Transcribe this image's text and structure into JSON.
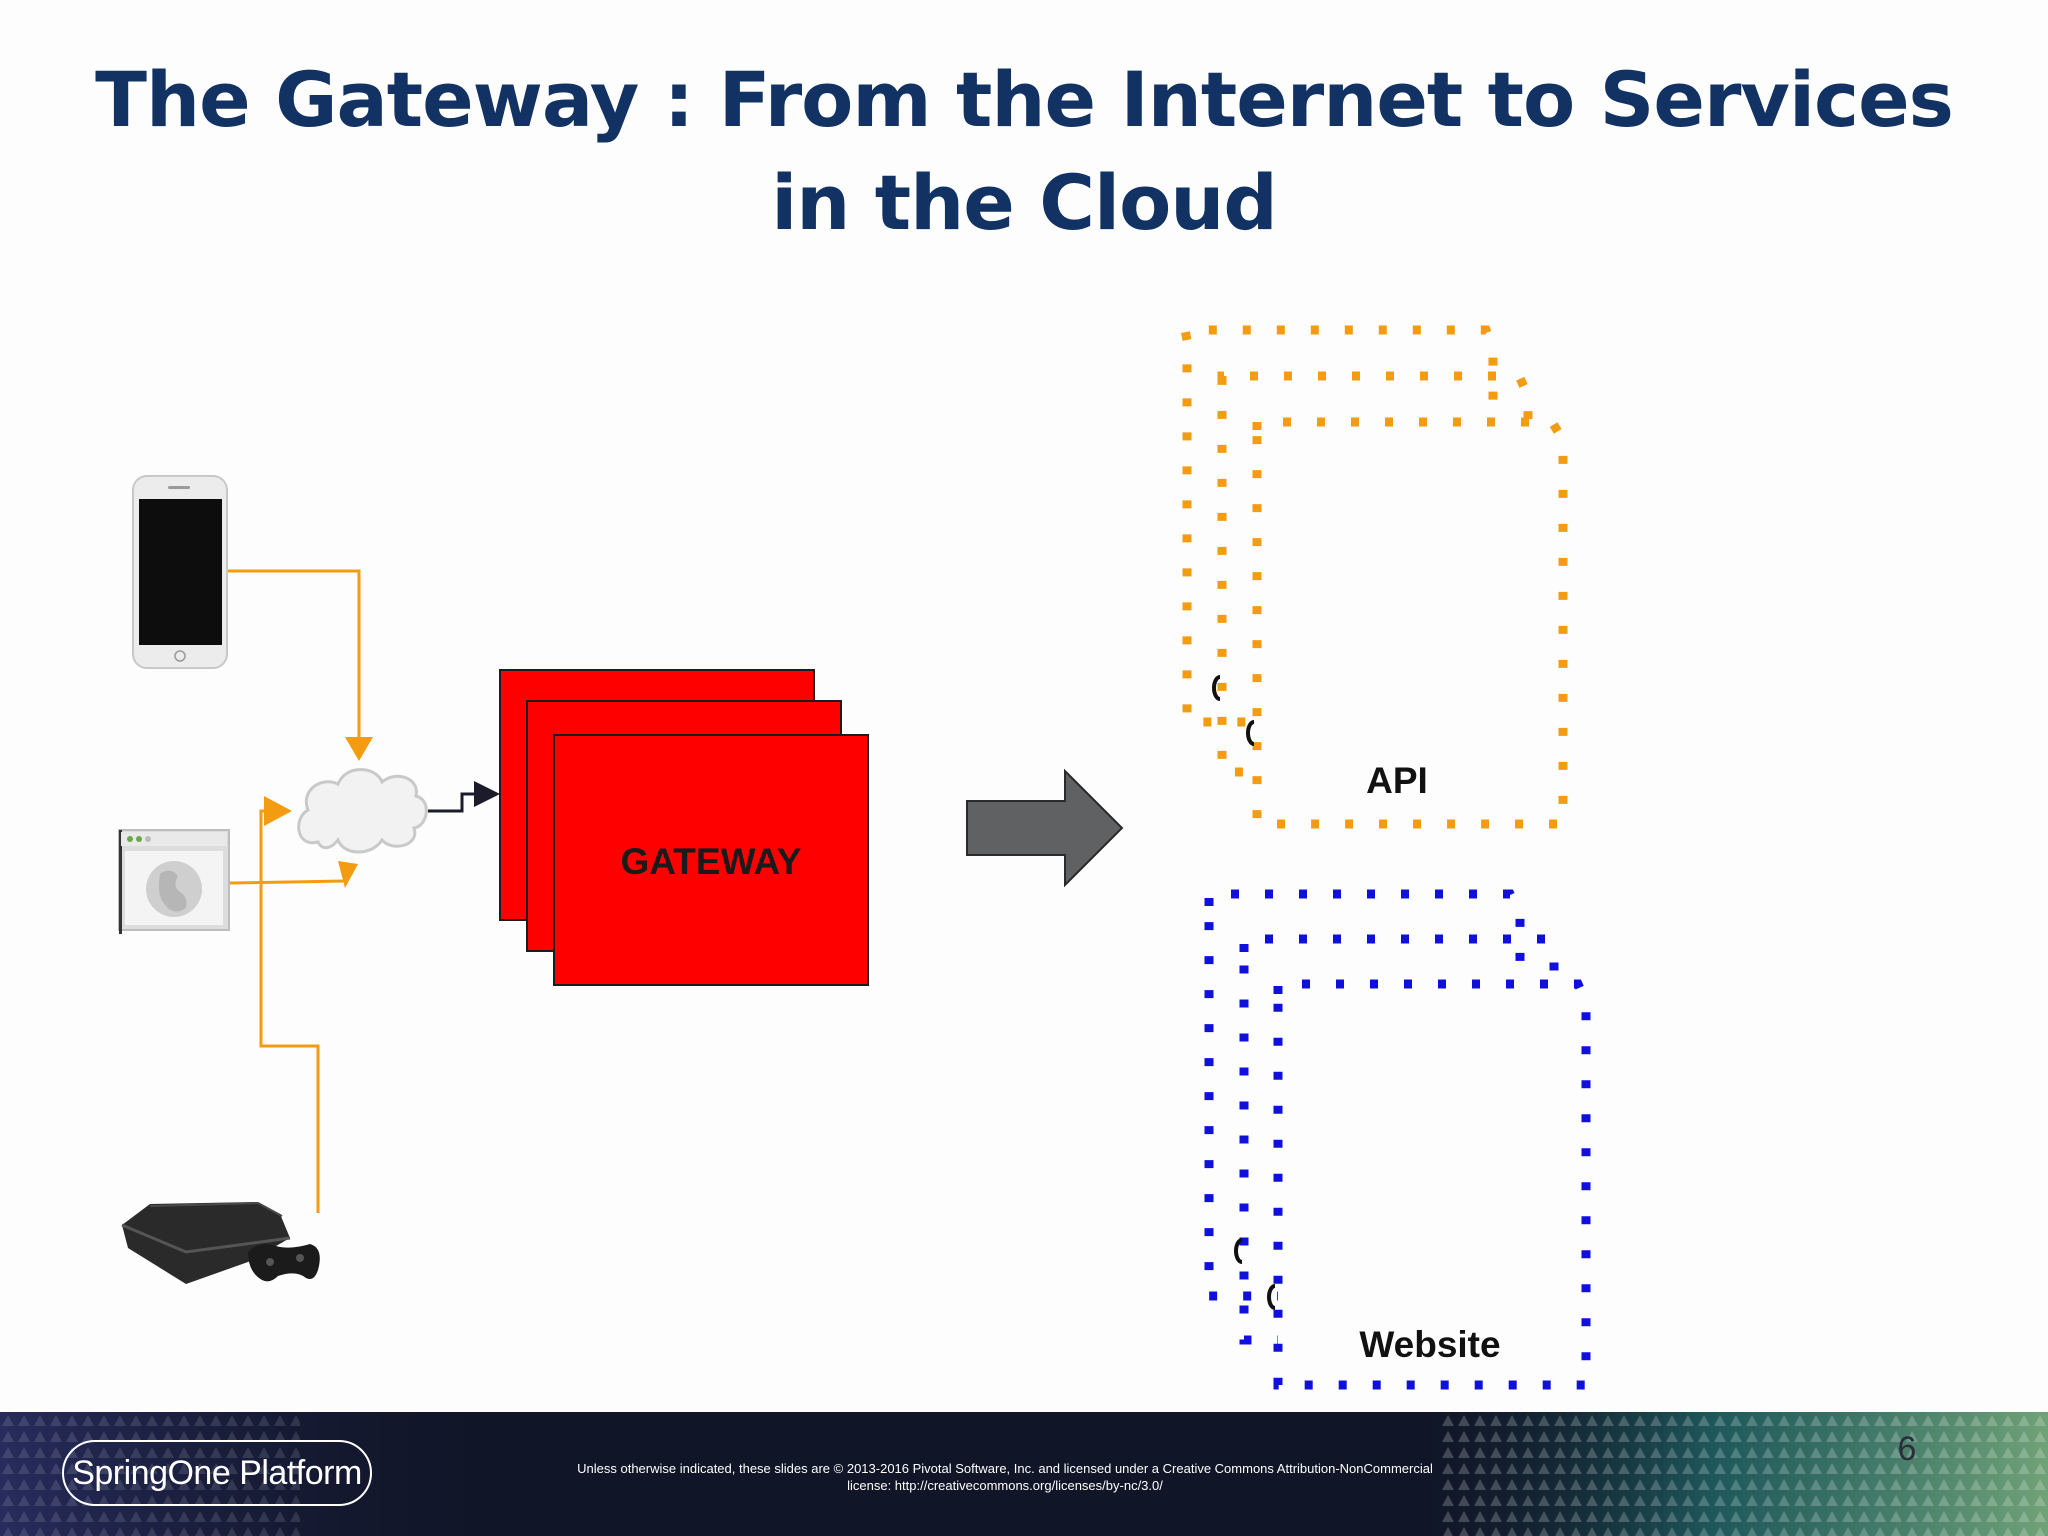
{
  "slide": {
    "title": "The Gateway : From the Internet to Services in the Cloud",
    "page_number": "6"
  },
  "diagram": {
    "gateway_label": "GATEWAY",
    "api_label": "API",
    "website_label": "Website",
    "clients": [
      {
        "icon": "smartphone-icon"
      },
      {
        "icon": "browser-icon"
      },
      {
        "icon": "game-console-icon"
      }
    ],
    "colors": {
      "gateway_fill": "#ff0000",
      "api_border": "#f39c12",
      "website_border": "#1010dd",
      "connector": "#f39c12",
      "arrow_fill": "#5f6163"
    }
  },
  "footer": {
    "logo_text": "SpringOne Platform",
    "license_text": "Unless otherwise indicated, these slides are © 2013-2016 Pivotal Software, Inc. and licensed under a Creative Commons Attribution-NonCommercial license: http://creativecommons.org/licenses/by-nc/3.0/"
  }
}
